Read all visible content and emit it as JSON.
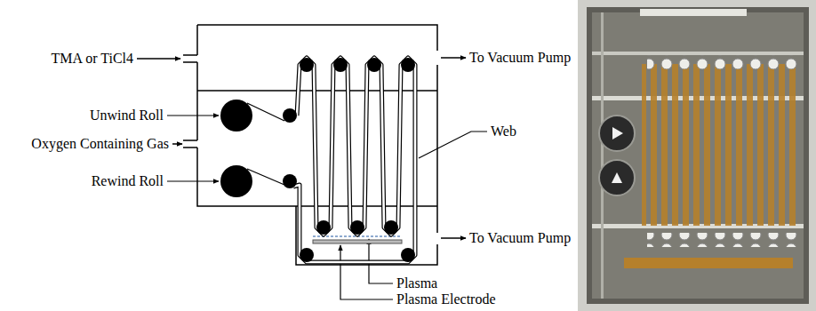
{
  "diagram": {
    "labels": [
      "TMA or TiCl4",
      "Unwind Roll",
      "Oxygen Containing Gas",
      "Rewind Roll",
      "To Vacuum Pump",
      "Web",
      "To Vacuum Pump",
      "Plasma",
      "Plasma Electrode"
    ]
  }
}
